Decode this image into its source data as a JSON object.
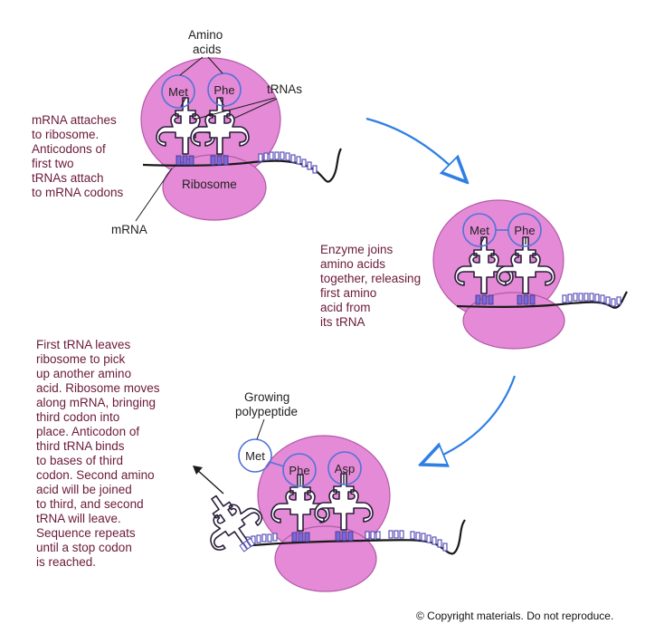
{
  "colors": {
    "ribosome": "#e48ad6",
    "ribosome_stroke": "#b25aa8",
    "amino_circle": "#4f74d8",
    "arrow": "#2f7fe4",
    "text": "#6b1a3a",
    "base": "#5a52b8"
  },
  "panel1": {
    "label_amino_acids_line1": "Amino",
    "label_amino_acids_line2": "acids",
    "label_trnas": "tRNAs",
    "label_ribosome": "Ribosome",
    "label_mrna": "mRNA",
    "aa1": "Met",
    "aa2": "Phe",
    "caption": [
      "mRNA attaches",
      "to ribosome.",
      "Anticodons of",
      "first two",
      "tRNAs attach",
      "to mRNA codons"
    ]
  },
  "panel2": {
    "aa1": "Met",
    "aa2": "Phe",
    "caption": [
      "Enzyme joins",
      "amino acids",
      "together, releasing",
      "first amino",
      "acid from",
      "its tRNA"
    ]
  },
  "panel3": {
    "label_growing_line1": "Growing",
    "label_growing_line2": "polypeptide",
    "aa1": "Met",
    "aa2": "Phe",
    "aa3": "Asp",
    "caption": [
      "First tRNA leaves",
      "ribosome to pick",
      "up another amino",
      "acid. Ribosome moves",
      "along mRNA, bringing",
      "third codon into",
      "place. Anticodon of",
      "third tRNA binds",
      "to bases of third",
      "codon. Second amino",
      "acid will be joined",
      "to third, and second",
      "tRNA will leave.",
      "Sequence repeats",
      "until a stop codon",
      "is reached."
    ]
  },
  "copyright": "© Copyright materials. Do not reproduce."
}
